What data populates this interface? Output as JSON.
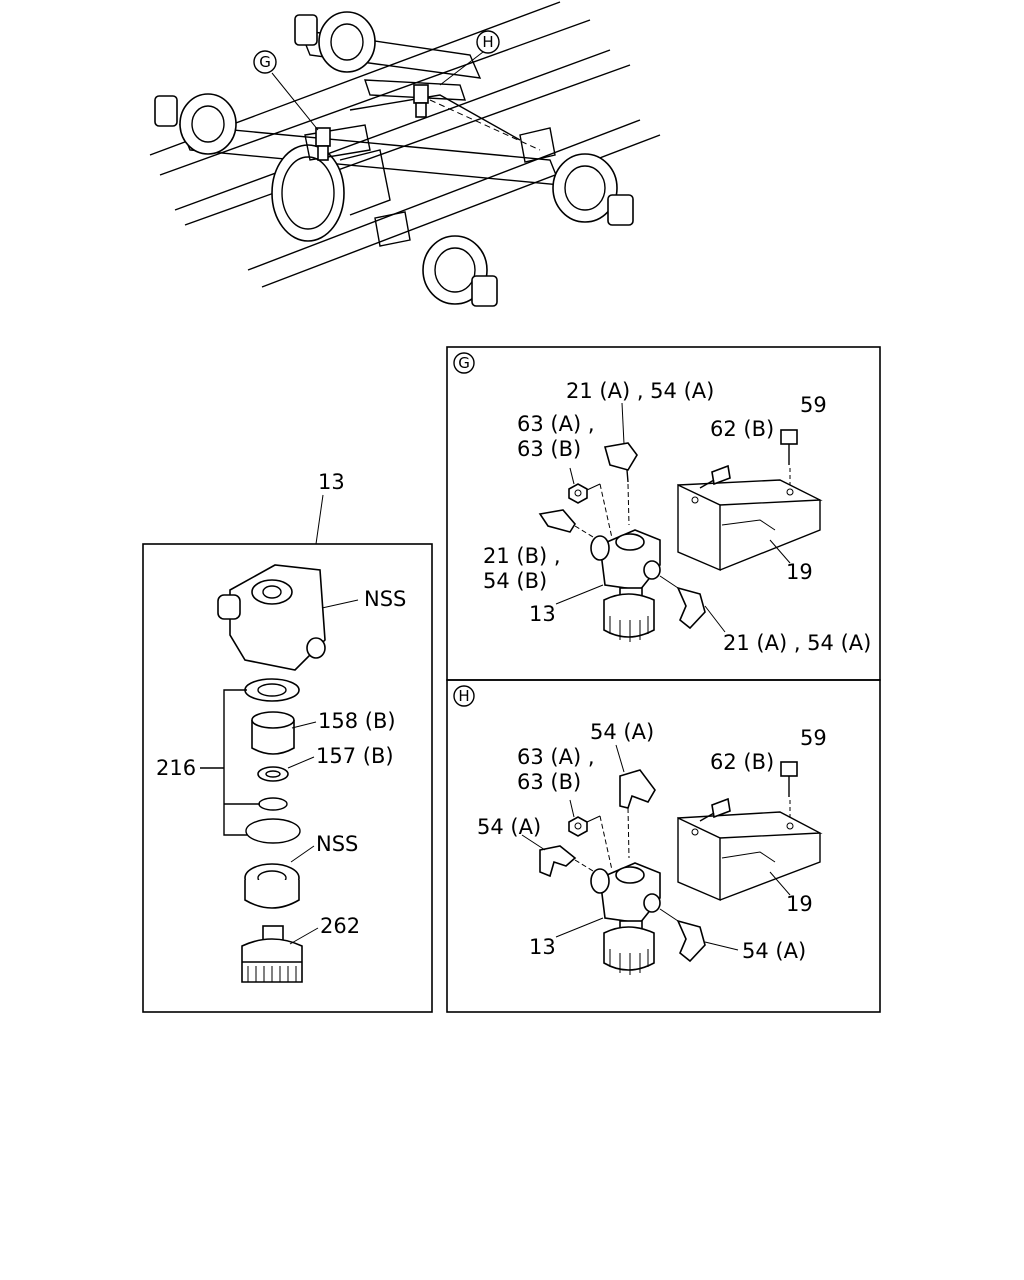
{
  "callouts": {
    "g": "G",
    "h": "H"
  },
  "kit": {
    "title_number": "13",
    "labels": {
      "nss_top": "NSS",
      "p158": "158 (B)",
      "p157": "157 (B)",
      "p216": "216",
      "nss_mid": "NSS",
      "p262": "262"
    }
  },
  "panel_g": {
    "labels": {
      "l21a54a_top": "21 (A) , 54 (A)",
      "l63a": "63 (A) ,",
      "l63b": "63 (B)",
      "l62b": "62 (B)",
      "l59": "59",
      "l21b": "21 (B) ,",
      "l54b": "54 (B)",
      "l13": "13",
      "l19": "19",
      "l21a54a_bot": "21 (A) , 54 (A)"
    }
  },
  "panel_h": {
    "labels": {
      "l54a_top": "54 (A)",
      "l63a": "63 (A) ,",
      "l63b": "63 (B)",
      "l62b": "62 (B)",
      "l59": "59",
      "l54a_left": "54 (A)",
      "l13": "13",
      "l19": "19",
      "l54a_right": "54 (A)"
    }
  }
}
